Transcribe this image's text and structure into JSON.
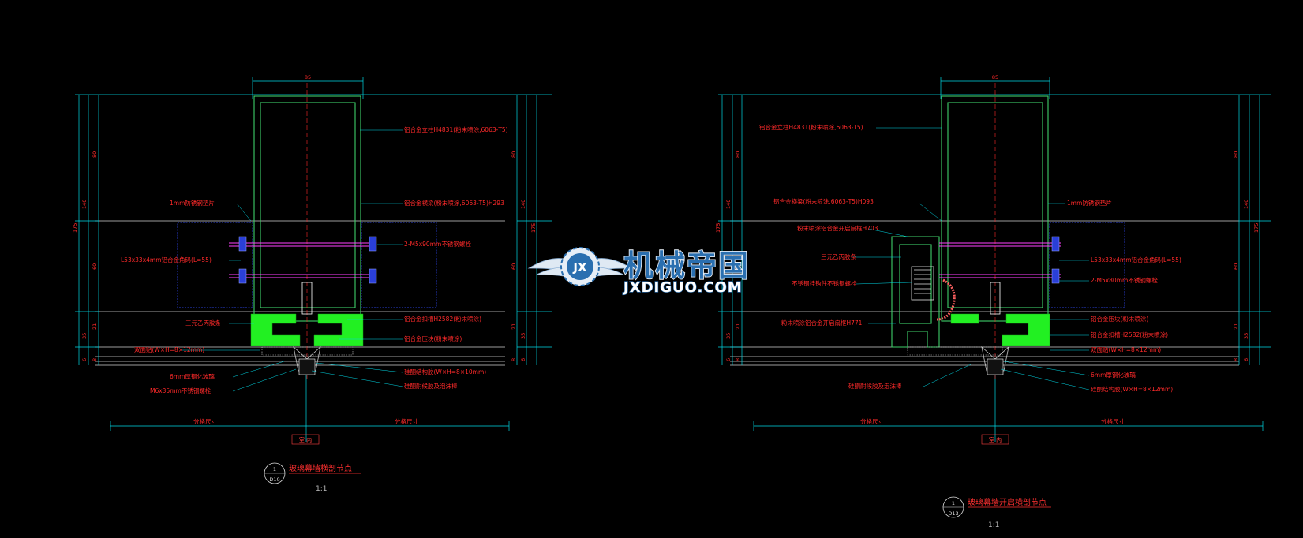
{
  "left": {
    "dims_top": "85",
    "dims_left": [
      "175",
      "140",
      "80",
      "60",
      "35",
      "21",
      "6",
      "8"
    ],
    "dims_right": [
      "175",
      "140",
      "80",
      "60",
      "35",
      "21",
      "6",
      "8"
    ],
    "labels_right": [
      "铝合金立柱H4831(粉末喷涂,6063-T5)",
      "铝合金横梁(粉末喷涂,6063-T5)H293",
      "2-M5x90mm不锈钢螺栓",
      "铝合金扣槽H2582(粉末喷涂)",
      "铝合金压块(粉末喷涂)",
      "硅酮结构胶(W×H=8×10mm)",
      "硅酮耐候胶及泡沫棒"
    ],
    "labels_left": [
      "1mm防锈钢垫片",
      "L53x33x4mm铝合金角码(L=55)",
      "三元乙丙胶条",
      "双面贴(W×H=8×12mm)",
      "6mm厚钢化玻璃",
      "M6x35mm不锈钢螺栓"
    ],
    "bottom_dims": [
      "分格尺寸",
      "分格尺寸"
    ],
    "section_tag": "室  内",
    "bubble_top": "1",
    "bubble_bottom": "D10",
    "title": "玻璃幕墙横剖节点",
    "scale": "1:1"
  },
  "right": {
    "dims_top": "85",
    "dims_left": [
      "175",
      "140",
      "80",
      "60",
      "35",
      "21",
      "6",
      "8"
    ],
    "dims_right": [
      "175",
      "140",
      "80",
      "60",
      "35",
      "21",
      "6",
      "8"
    ],
    "labels_left": [
      "铝合金立柱H4831(粉末喷涂,6063-T5)",
      "铝合金横梁(粉末喷涂,6063-T5)H093",
      "粉末喷涂铝合金开启扇框H703",
      "三元乙丙胶条",
      "不锈钢挂钩件不锈钢螺栓",
      "粉末喷涂铝合金开启扇框H771",
      "硅酮耐候胶及泡沫棒"
    ],
    "labels_right": [
      "1mm防锈钢垫片",
      "L53x33x4mm铝合金角码(L=55)",
      "2-M5x80mm不锈钢螺栓",
      "铝合金压块(粉末喷涂)",
      "铝合金扣槽H2582(粉末喷涂)",
      "双面贴(W×H=8×12mm)",
      "6mm厚钢化玻璃",
      "硅酮结构胶(W×H=8×12mm)"
    ],
    "bottom_dims": [
      "分格尺寸",
      "分格尺寸"
    ],
    "section_tag": "室  内",
    "bubble_top": "1",
    "bubble_bottom": "D13",
    "title": "玻璃幕墙开启横剖节点",
    "scale": "1:1"
  },
  "watermark": {
    "cn": "机械帝国",
    "en": "JXDIGUO.COM",
    "badge": "JX"
  },
  "colors": {
    "background": "#000000",
    "profile": "#3fd06a",
    "dim_line": "#00d8e6",
    "label": "#ff2a2a",
    "green_fill": "#22f022",
    "blue_panel": "#2a3fd8",
    "magenta": "#ff40ff",
    "white": "#ffffff"
  }
}
